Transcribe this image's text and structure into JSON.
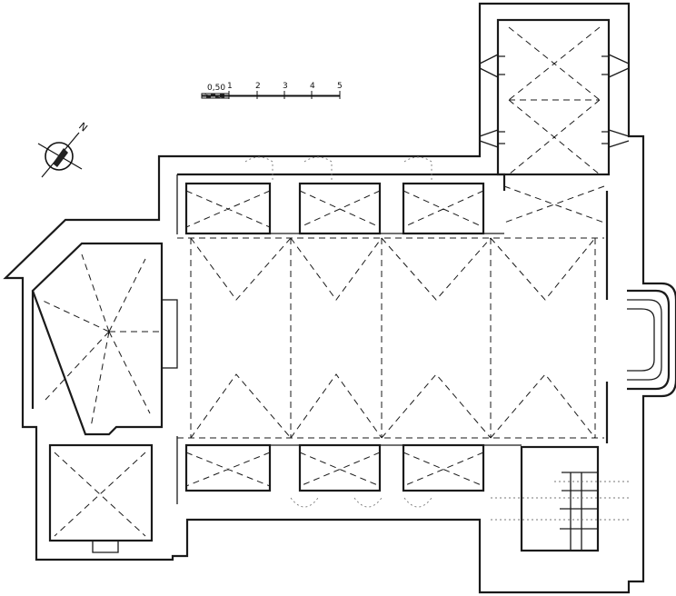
{
  "scale_bar": {
    "labels": [
      "0,50",
      "1",
      "2",
      "3",
      "4",
      "5"
    ]
  },
  "north_arrow": {
    "label": "N"
  }
}
